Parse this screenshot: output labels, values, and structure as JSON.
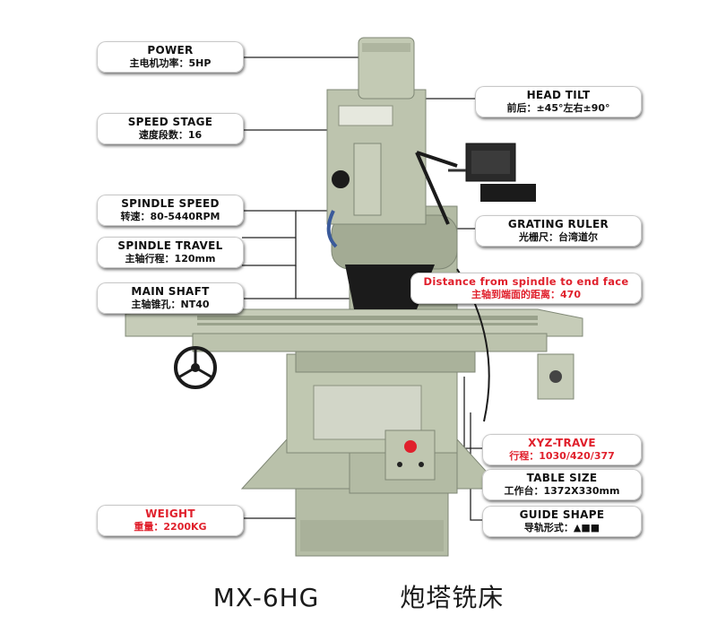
{
  "callouts": {
    "power": {
      "title": "POWER",
      "sub": "主电机功率：5HP"
    },
    "speed_stage": {
      "title": "SPEED STAGE",
      "sub": "速度段数：16"
    },
    "spindle_speed": {
      "title": "SPINDLE SPEED",
      "sub": "转速：80-5440RPM"
    },
    "spindle_travel": {
      "title": "SPINDLE TRAVEL",
      "sub": "主轴行程：120mm"
    },
    "main_shaft": {
      "title": "MAIN SHAFT",
      "sub": "主轴锥孔：NT40"
    },
    "weight": {
      "title": "WEIGHT",
      "sub": "重量：2200KG"
    },
    "head_tilt": {
      "title": "HEAD TILT",
      "sub": "前后：±45°左右±90°"
    },
    "grating_ruler": {
      "title": "GRATING RULER",
      "sub": "光栅尺：台湾道尔"
    },
    "spindle_distance": {
      "title": "Distance from spindle to end face",
      "sub": "主轴到端面的距离：470"
    },
    "xyz_travel": {
      "title": "XYZ-TRAVE",
      "sub": "行程：1030/420/377"
    },
    "table_size": {
      "title": "TABLE SIZE",
      "sub": "工作台：1372X330mm"
    },
    "guide_shape": {
      "title": "GUIDE SHAPE",
      "sub": "导轨形式：▲■■"
    }
  },
  "caption": {
    "model": "MX-6HG",
    "name": "炮塔铣床"
  },
  "colors": {
    "machine": "#b7bfa8",
    "machine_dark": "#8f9884",
    "accent_red": "#e0202c",
    "black": "#1b1b1b"
  }
}
